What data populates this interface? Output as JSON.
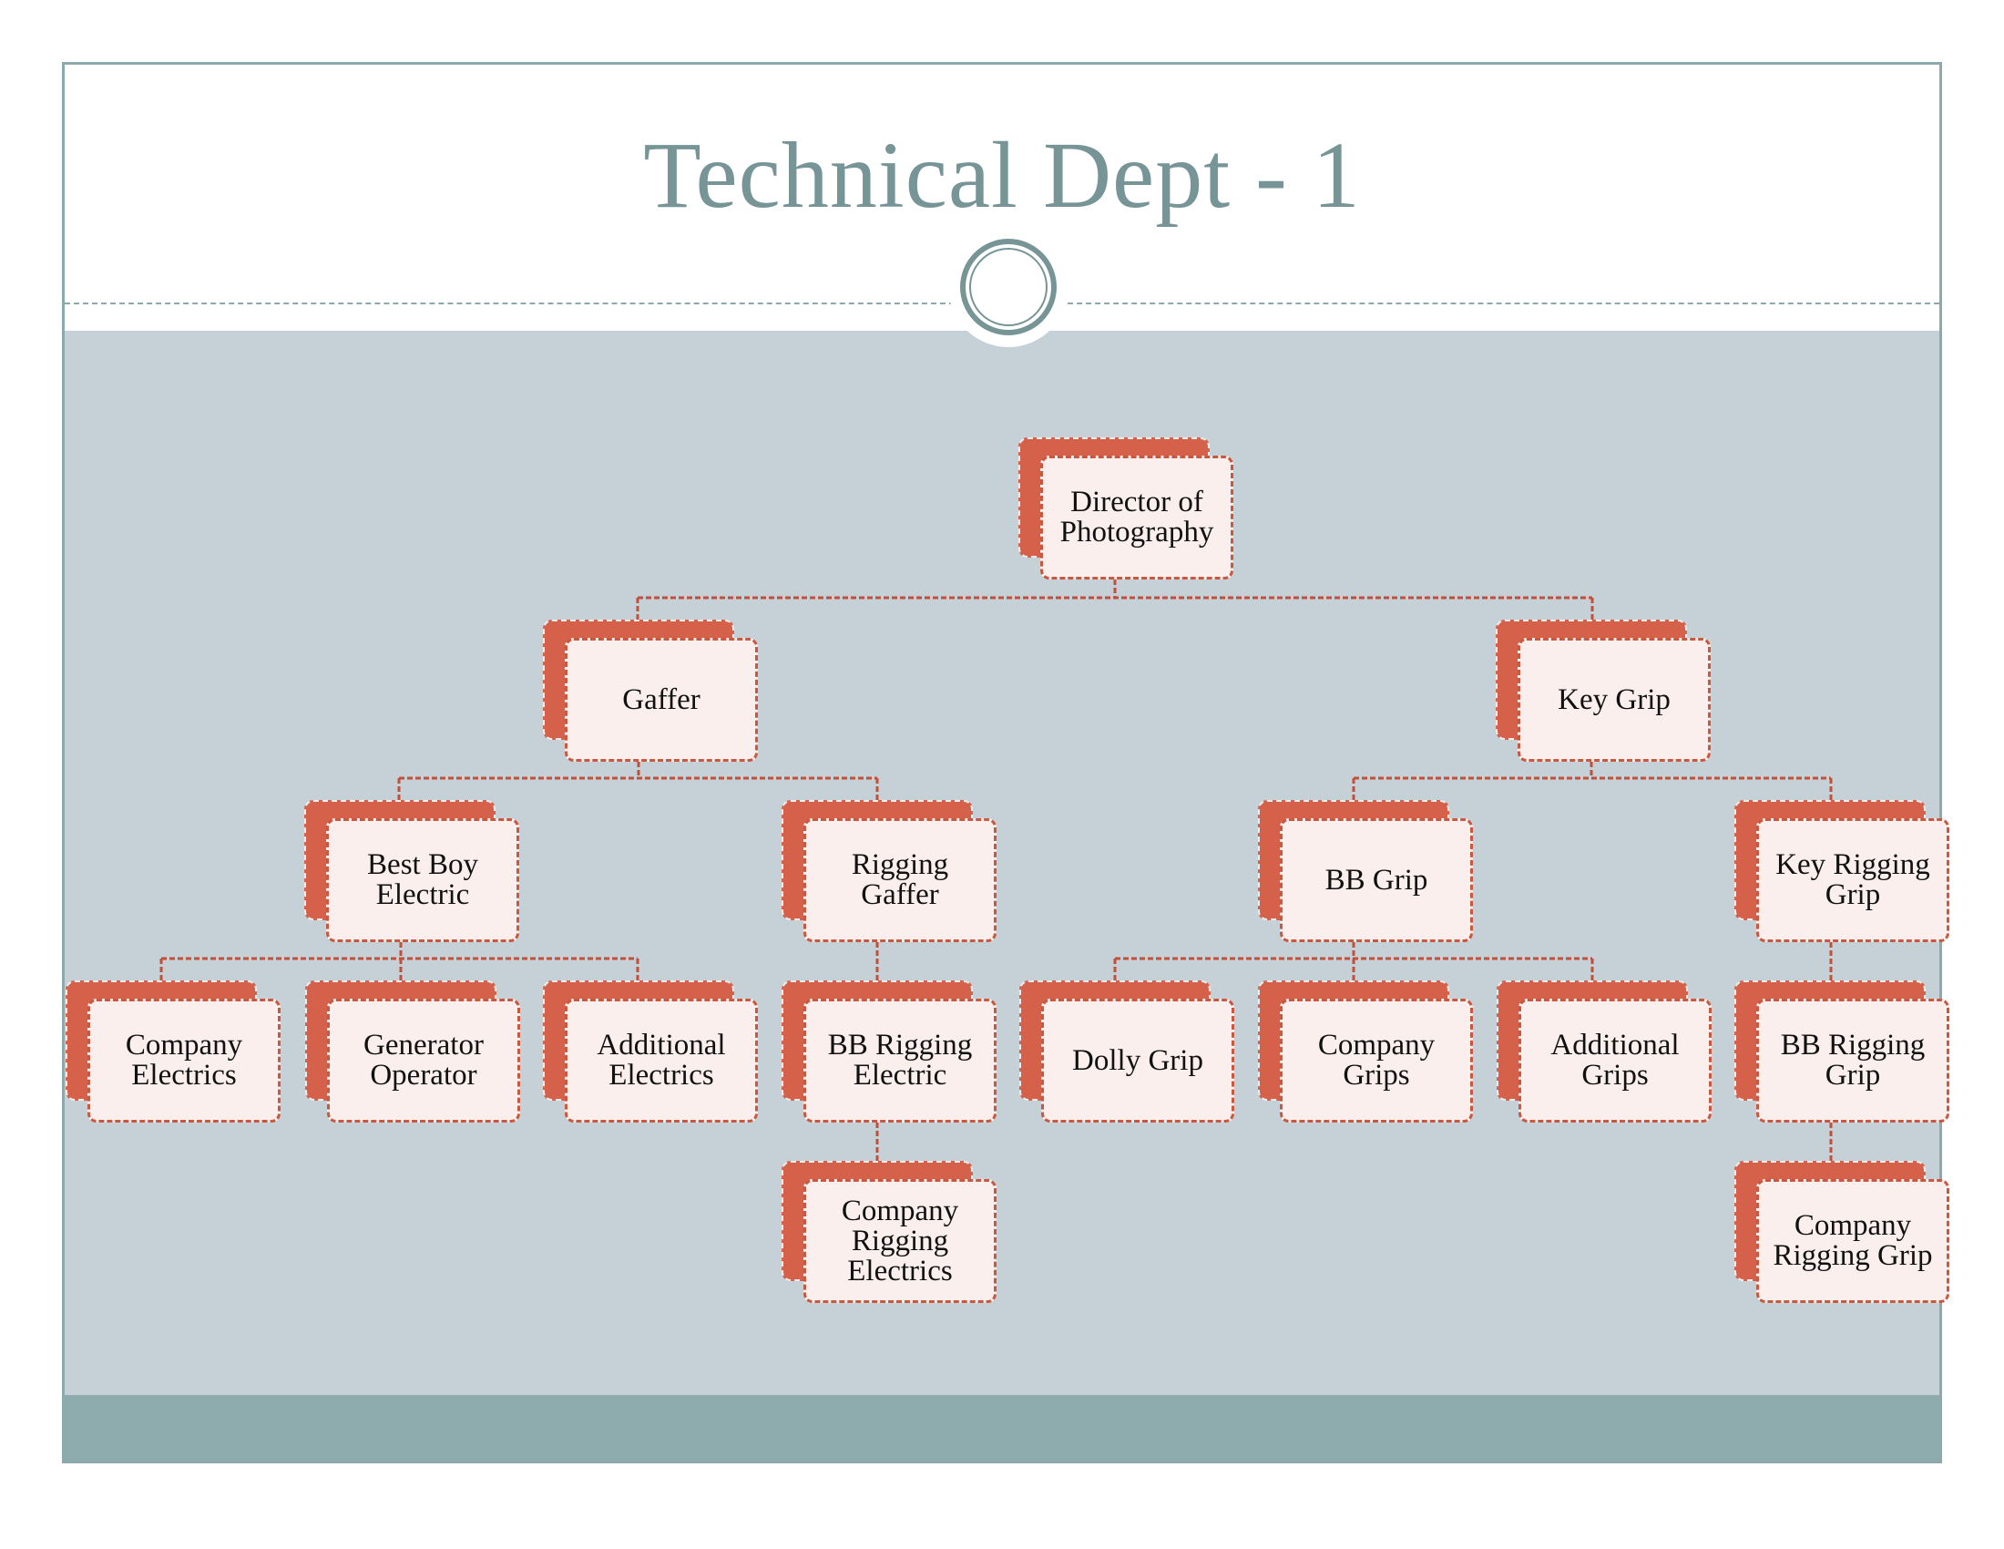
{
  "slide": {
    "title": "Technical Dept - 1"
  },
  "org_chart": {
    "root": "Director of Photography",
    "nodes": {
      "director_of_photography": "Director of\nPhotography",
      "gaffer": "Gaffer",
      "key_grip": "Key Grip",
      "best_boy_electric": "Best Boy\nElectric",
      "rigging_gaffer": "Rigging\nGaffer",
      "bb_grip": "BB Grip",
      "key_rigging_grip": "Key Rigging\nGrip",
      "company_electrics": "Company\nElectrics",
      "generator_operator": "Generator\nOperator",
      "additional_electrics": "Additional\nElectrics",
      "bb_rigging_electric": "BB Rigging\nElectric",
      "dolly_grip": "Dolly Grip",
      "company_grips": "Company\nGrips",
      "additional_grips": "Additional\nGrips",
      "bb_rigging_grip": "BB Rigging\nGrip",
      "company_rigging_electrics": "Company\nRigging\nElectrics",
      "company_rigging_grip": "Company\nRigging Grip"
    },
    "edges": [
      [
        "director_of_photography",
        "gaffer"
      ],
      [
        "director_of_photography",
        "key_grip"
      ],
      [
        "gaffer",
        "best_boy_electric"
      ],
      [
        "gaffer",
        "rigging_gaffer"
      ],
      [
        "key_grip",
        "bb_grip"
      ],
      [
        "key_grip",
        "key_rigging_grip"
      ],
      [
        "best_boy_electric",
        "company_electrics"
      ],
      [
        "best_boy_electric",
        "generator_operator"
      ],
      [
        "best_boy_electric",
        "additional_electrics"
      ],
      [
        "rigging_gaffer",
        "bb_rigging_electric"
      ],
      [
        "bb_rigging_electric",
        "company_rigging_electrics"
      ],
      [
        "bb_grip",
        "dolly_grip"
      ],
      [
        "bb_grip",
        "company_grips"
      ],
      [
        "bb_grip",
        "additional_grips"
      ],
      [
        "key_rigging_grip",
        "bb_rigging_grip"
      ],
      [
        "bb_rigging_grip",
        "company_rigging_grip"
      ]
    ]
  },
  "colors": {
    "title": "#779596",
    "frame": "#8ea9ac",
    "content_background": "#c5d1d7",
    "footer_band": "#8eabad",
    "box_back": "#d6614b",
    "box_front": "#faefed",
    "connector": "#c0503a"
  }
}
